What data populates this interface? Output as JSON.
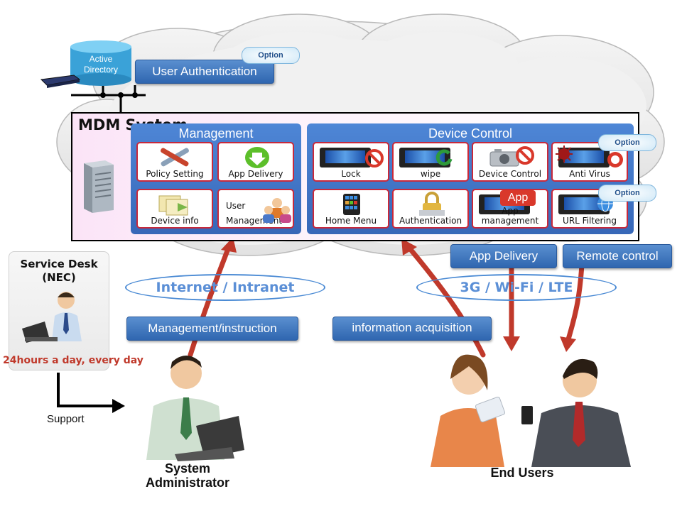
{
  "active_directory": {
    "label": "Active Directory"
  },
  "user_auth": {
    "label": "User Authentication",
    "option": "Option"
  },
  "mdm": {
    "title": "MDM System"
  },
  "management": {
    "title": "Management",
    "tiles": [
      "Policy Setting",
      "App Delivery",
      "Device info",
      "User Management"
    ]
  },
  "device_control": {
    "title": "Device Control",
    "tiles": [
      "Lock",
      "wipe",
      "Device Control",
      "Anti Virus",
      "Home Menu",
      "Authentication",
      "App management",
      "URL Filtering"
    ],
    "app_badge": "App",
    "option1": "Option",
    "option2": "Option"
  },
  "labels": {
    "app_delivery": "App Delivery",
    "remote_control": "Remote control",
    "internet_intranet": "Internet / Intranet",
    "net_3g": "3G / Wi-Fi / LTE",
    "management_instruction": "Management/instruction",
    "information_acquisition": "information acquisition"
  },
  "service_desk": {
    "title": "Service Desk",
    "subtitle": "(NEC)",
    "hours": "24hours a day, every day"
  },
  "support": "Support",
  "system_admin": {
    "line1": "System",
    "line2": "Administrator"
  },
  "end_users": "End Users",
  "colors": {
    "accent_blue": "#3767b8",
    "tile_border": "#c8293b",
    "arrow_red": "#c0392b",
    "panel_border": "#000000"
  }
}
